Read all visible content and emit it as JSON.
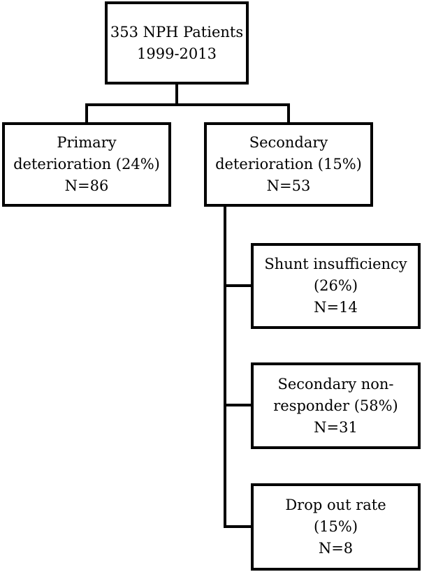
{
  "root": {
    "line1": "353 NPH Patients",
    "line2": "1999-2013"
  },
  "primary": {
    "line1": "Primary",
    "line2": "deterioration (24%)",
    "line3": "N=86"
  },
  "secondary": {
    "line1": "Secondary",
    "line2": "deterioration (15%)",
    "line3": "N=53"
  },
  "shunt": {
    "line1": "Shunt insufficiency",
    "line2": "(26%)",
    "line3": "N=14"
  },
  "nonresponder": {
    "line1": "Secondary non-",
    "line2": "responder (58%)",
    "line3": "N=31"
  },
  "dropout": {
    "line1": "Drop out rate",
    "line2": "(15%)",
    "line3": "N=8"
  }
}
